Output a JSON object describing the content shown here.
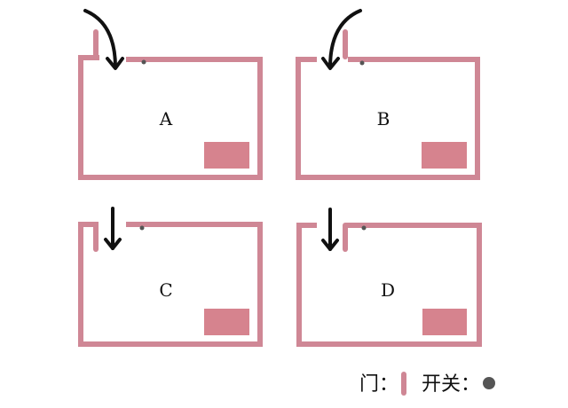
{
  "rooms": [
    {
      "label": "A",
      "door_swing": "outward-left-hinge"
    },
    {
      "label": "B",
      "door_swing": "outward-right-hinge"
    },
    {
      "label": "C",
      "door_swing": "inward-left-hinge"
    },
    {
      "label": "D",
      "door_swing": "inward-right-hinge"
    }
  ],
  "legend": {
    "door_label": "门：",
    "switch_label": "开关："
  },
  "colors": {
    "wall": "#cf8795",
    "furniture": "#d6838e",
    "switch": "#555555",
    "arrow": "#111111"
  }
}
